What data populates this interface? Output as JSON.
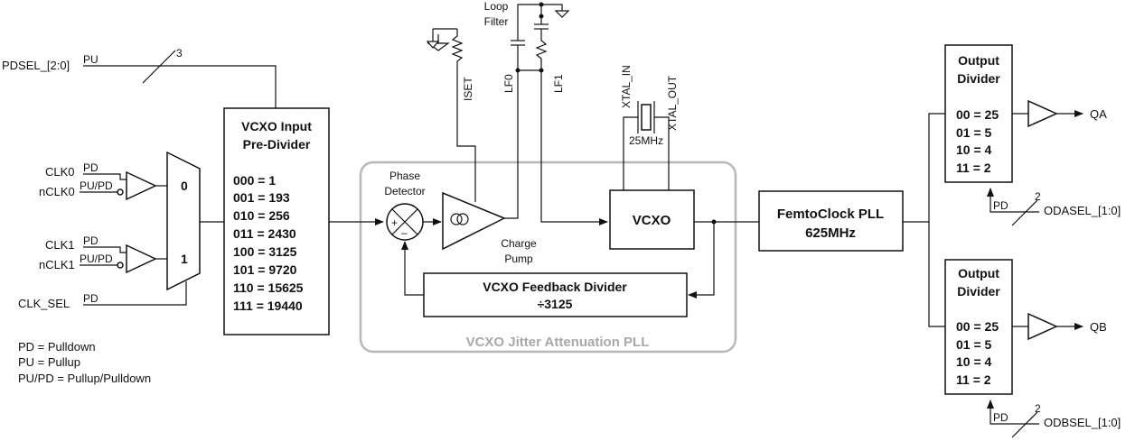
{
  "inputs": {
    "pdsel": "PDSEL_[2:0]",
    "pdsel_pu": "PU",
    "pdsel_bits": "3",
    "clk0": "CLK0",
    "clk0_pd": "PD",
    "nclk0": "nCLK0",
    "nclk0_pupd": "PU/PD",
    "clk1": "CLK1",
    "clk1_pd": "PD",
    "nclk1": "nCLK1",
    "nclk1_pupd": "PU/PD",
    "clk_sel": "CLK_SEL",
    "clk_sel_pd": "PD"
  },
  "mux": {
    "in0": "0",
    "in1": "1"
  },
  "predivider": {
    "title1": "VCXO Input",
    "title2": "Pre-Divider",
    "rows": [
      "000 = 1",
      "001 = 193",
      "010 = 256",
      "011 = 2430",
      "100 = 3125",
      "101 = 9720",
      "110 = 15625",
      "111 = 19440"
    ]
  },
  "legend": [
    "PD = Pulldown",
    "PU = Pullup",
    "PU/PD = Pullup/Pulldown"
  ],
  "pll": {
    "label": "VCXO Jitter Attenuation PLL",
    "pd1": "Phase",
    "pd2": "Detector",
    "cp1": "Charge",
    "cp2": "Pump",
    "plus": "+",
    "minus": "–",
    "fb1": "VCXO Feedback Divider",
    "fb2": "÷3125",
    "vcxo": "VCXO"
  },
  "loop": {
    "lf_title1": "Loop",
    "lf_title2": "Filter",
    "iset": "ISET",
    "lf0": "LF0",
    "lf1": "LF1",
    "xtal_in": "XTAL_IN",
    "xtal_out": "XTAL_OUT",
    "xtal_freq": "25MHz"
  },
  "femto": {
    "line1": "FemtoClock PLL",
    "line2": "625MHz"
  },
  "out_a": {
    "title1": "Output",
    "title2": "Divider",
    "rows": [
      "00 = 25",
      "01 = 5",
      "10 = 4",
      "11 = 2"
    ],
    "out": "QA",
    "sel": "ODASEL_[1:0]",
    "sel_pd": "PD",
    "sel_bits": "2"
  },
  "out_b": {
    "title1": "Output",
    "title2": "Divider",
    "rows": [
      "00 = 25",
      "01 = 5",
      "10 = 4",
      "11 = 2"
    ],
    "out": "QB",
    "sel": "ODBSEL_[1:0]",
    "sel_pd": "PD",
    "sel_bits": "2"
  }
}
